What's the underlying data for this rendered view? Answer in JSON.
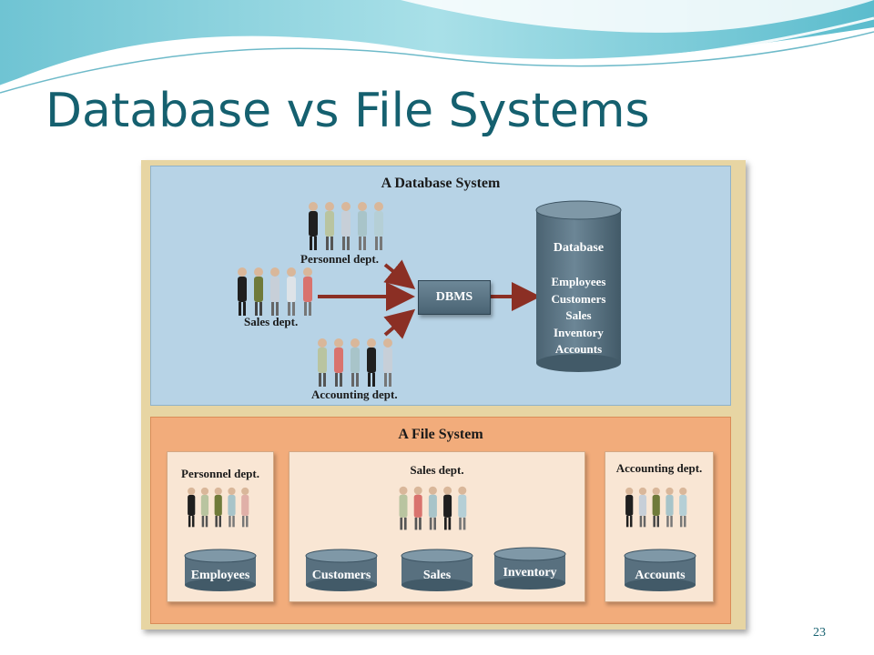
{
  "slide": {
    "title": "Database vs File Systems",
    "page_number": "23"
  },
  "database_system": {
    "title": "A Database System",
    "depts": {
      "personnel": "Personnel dept.",
      "sales": "Sales dept.",
      "accounting": "Accounting dept."
    },
    "dbms_label": "DBMS",
    "database": {
      "heading": "Database",
      "items": [
        "Employees",
        "Customers",
        "Sales",
        "Inventory",
        "Accounts"
      ]
    }
  },
  "file_system": {
    "title": "A File System",
    "personnel": {
      "label": "Personnel dept.",
      "files": [
        "Employees"
      ]
    },
    "sales": {
      "label": "Sales dept.",
      "files": [
        "Customers",
        "Sales",
        "Inventory"
      ]
    },
    "accounting": {
      "label": "Accounting dept.",
      "files": [
        "Accounts"
      ]
    }
  },
  "colors": {
    "title_teal": "#15606f",
    "db_panel": "#b7d3e6",
    "fs_panel": "#f2ac7b",
    "arrow": "#8b2f24",
    "cylinder": "#58707f"
  }
}
